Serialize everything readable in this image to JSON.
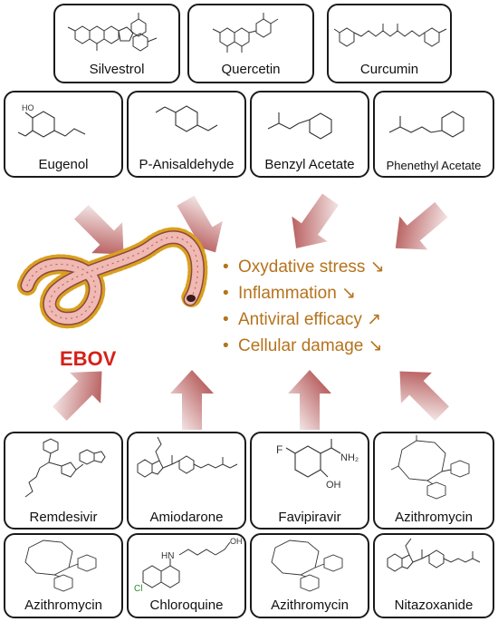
{
  "top_row": [
    {
      "id": "silvestrol",
      "label": "Silvestrol"
    },
    {
      "id": "quercetin",
      "label": "Quercetin"
    },
    {
      "id": "curcumin",
      "label": "Curcumin"
    }
  ],
  "second_row": [
    {
      "id": "eugenol",
      "label": "Eugenol"
    },
    {
      "id": "p-anisaldehyde",
      "label": "P-Anisaldehyde"
    },
    {
      "id": "benzyl-acetate",
      "label": "Benzyl Acetate"
    },
    {
      "id": "phenethyl-acetate",
      "label": "Phenethyl Acetate"
    }
  ],
  "third_row": [
    {
      "id": "remdesivir",
      "label": "Remdesivir"
    },
    {
      "id": "amiodarone",
      "label": "Amiodarone"
    },
    {
      "id": "favipiravir",
      "label": "Favipiravir"
    },
    {
      "id": "azithromycin-1",
      "label": "Azithromycin"
    }
  ],
  "bottom_row": [
    {
      "id": "azithromycin-2",
      "label": "Azithromycin"
    },
    {
      "id": "chloroquine",
      "label": "Chloroquine"
    },
    {
      "id": "azithromycin-3",
      "label": "Azithromycin"
    },
    {
      "id": "nitazoxanide",
      "label": "Nitazoxanide"
    }
  ],
  "virus": {
    "label": "EBOV"
  },
  "effects": [
    {
      "text": "Oxydative stress",
      "trend": "↘"
    },
    {
      "text": "Inflammation",
      "trend": "↘"
    },
    {
      "text": "Antiviral efficacy",
      "trend": "↗"
    },
    {
      "text": "Cellular damage",
      "trend": "↘"
    }
  ],
  "structure_labels": {
    "favipiravir_f": "F",
    "favipiravir_nh2": "NH₂",
    "favipiravir_oh": "OH",
    "chloroquine_cl": "Cl",
    "chloroquine_nh": "HN",
    "chloroquine_oh": "OH"
  },
  "colors": {
    "box_border": "#1a1a1a",
    "arrow": "#a83a3a",
    "effect_text": "#b5731c",
    "virus_label": "#d62018",
    "virus_body": "#f1b9b4",
    "virus_outline": "#8a4a3a",
    "virus_spikes": "#d9a020"
  }
}
